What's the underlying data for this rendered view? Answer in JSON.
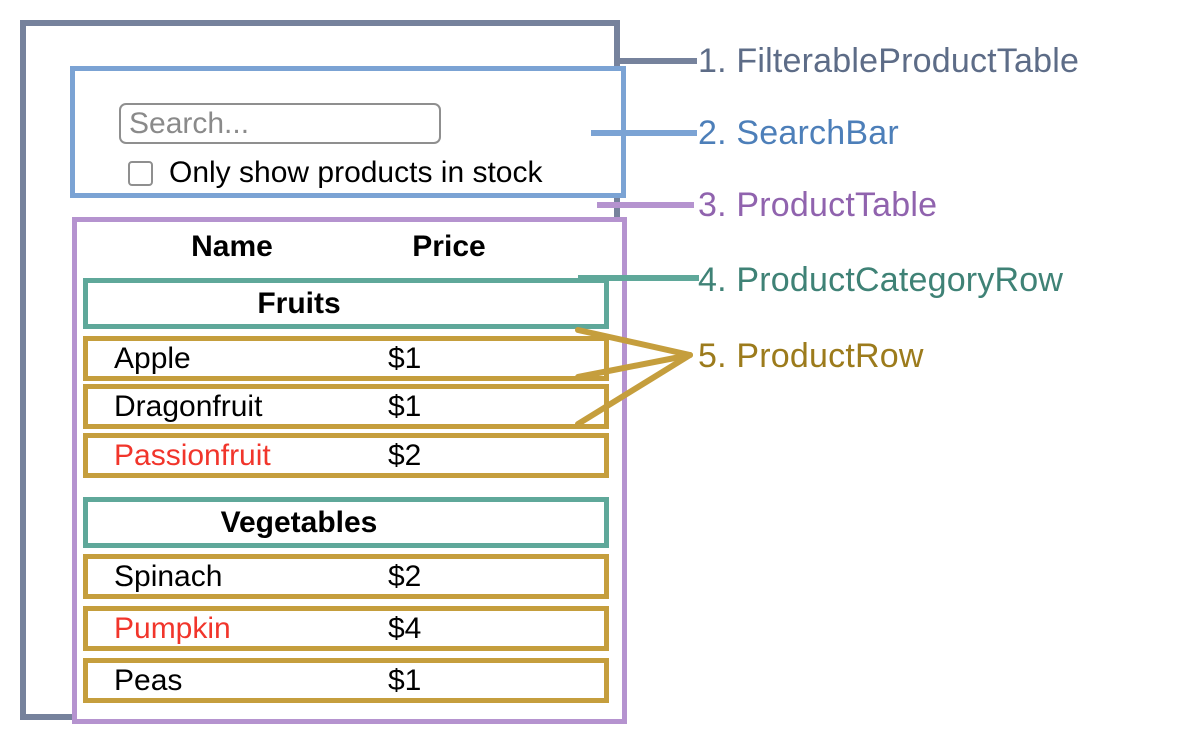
{
  "colors": {
    "filterable_product_table": {
      "border": "#76829c",
      "label": "#5d6c87"
    },
    "search_bar": {
      "border": "#7ba3d4",
      "label": "#4d7fb9"
    },
    "product_table": {
      "border": "#b593cf",
      "label": "#9063ae"
    },
    "product_category_row": {
      "border": "#5fa89a",
      "label": "#3f8276"
    },
    "product_row": {
      "border": "#c59e3d",
      "label": "#9c7b1c"
    },
    "out_of_stock_text": "#f1352b",
    "text": "#000000",
    "input": {
      "border": "#8f8f8f",
      "placeholder": "#8a8a8a"
    }
  },
  "search_bar": {
    "placeholder": "Search...",
    "input_value": "",
    "checkbox_label": "Only show products in stock",
    "checkbox_checked": false
  },
  "product_table": {
    "headers": {
      "name": "Name",
      "price": "Price"
    },
    "sections": [
      {
        "category": "Fruits",
        "rows": [
          {
            "name": "Apple",
            "price": "$1",
            "name_color": "#000000"
          },
          {
            "name": "Dragonfruit",
            "price": "$1",
            "name_color": "#000000"
          },
          {
            "name": "Passionfruit",
            "price": "$2",
            "name_color": "#f1352b"
          }
        ]
      },
      {
        "category": "Vegetables",
        "rows": [
          {
            "name": "Spinach",
            "price": "$2",
            "name_color": "#000000"
          },
          {
            "name": "Pumpkin",
            "price": "$4",
            "name_color": "#f1352b"
          },
          {
            "name": "Peas",
            "price": "$1",
            "name_color": "#000000"
          }
        ]
      }
    ]
  },
  "legend": {
    "items": [
      {
        "label": "1. FilterableProductTable"
      },
      {
        "label": "2. SearchBar"
      },
      {
        "label": "3. ProductTable"
      },
      {
        "label": "4. ProductCategoryRow"
      },
      {
        "label": "5. ProductRow"
      }
    ]
  }
}
